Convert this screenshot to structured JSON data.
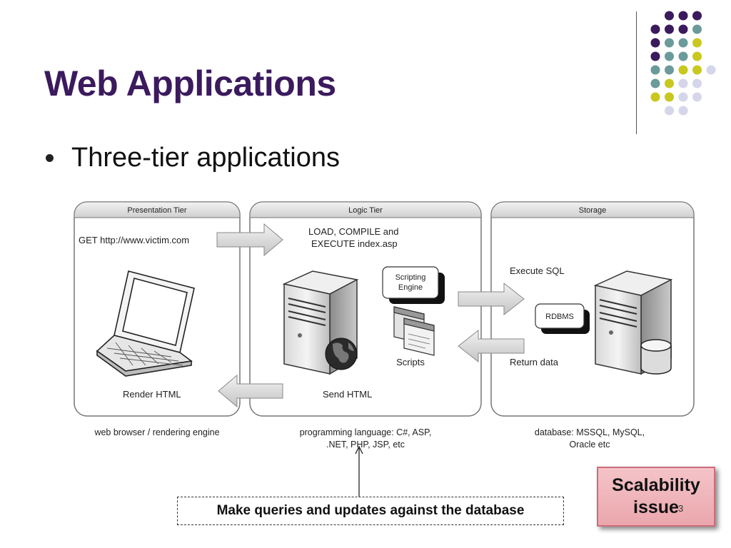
{
  "slide": {
    "title": "Web Applications",
    "bullet": "Three-tier applications",
    "page_number": "3",
    "callout": "Make queries and updates against the database",
    "badge_line1": "Scalability",
    "badge_line2": "issue"
  },
  "diagram": {
    "tiers": [
      {
        "header": "Presentation Tier",
        "caption_lines": [
          "web browser / rendering engine"
        ]
      },
      {
        "header": "Logic Tier",
        "caption_lines": [
          "programming language: C#, ASP,",
          ".NET, PHP, JSP, etc"
        ]
      },
      {
        "header": "Storage",
        "caption_lines": [
          "database: MSSQL, MySQL,",
          "Oracle etc"
        ]
      }
    ],
    "labels": {
      "get_url": "GET http://www.victim.com",
      "load_line1": "LOAD, COMPILE and",
      "load_line2": "EXECUTE index.asp",
      "scripting_line1": "Scripting",
      "scripting_line2": "Engine",
      "scripts": "Scripts",
      "send_html": "Send HTML",
      "render_html": "Render HTML",
      "execute_sql": "Execute SQL",
      "rdbms": "RDBMS",
      "return_data": "Return data"
    }
  },
  "colors": {
    "dot_purple": "#3b1a5e",
    "dot_teal": "#6b9a9a",
    "dot_yellow": "#c8c81e",
    "dot_lavender": "#d6d6ea"
  }
}
